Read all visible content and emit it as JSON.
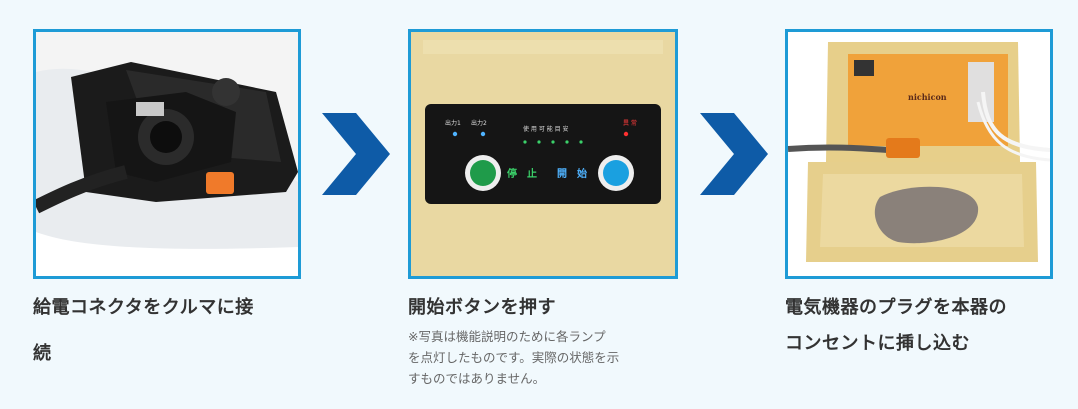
{
  "steps": [
    {
      "caption": "給電コネクタをクルマに接続",
      "caption_lines": [
        "給電コネクタをクルマに接",
        "続"
      ],
      "image": "ev-charging-port-photo"
    },
    {
      "caption": "開始ボタンを押す",
      "note_lines": [
        "※写真は機能説明のために各ランプ",
        "を点灯したものです。実際の状態を示",
        "すものではありません。"
      ],
      "image": "control-panel-photo",
      "panel": {
        "output1": "出力1",
        "output2": "出力2",
        "usage_label": "使 用 可 能 目 安",
        "error_label": "異 常",
        "stop_label": "停　止",
        "start_label": "開　始"
      }
    },
    {
      "caption_lines": [
        "電気機器のプラグを本器の",
        "コンセントに挿し込む"
      ],
      "image": "power-unit-open-case-photo",
      "brand": "nichicon"
    }
  ],
  "colors": {
    "background": "#f1f9fd",
    "frame": "#1e9bd6",
    "arrow": "#0e5ba7",
    "stop_button": "#1f9b4a",
    "start_button": "#1aa0e0",
    "case_orange": "#f0a23a"
  },
  "icons": [
    "chevron-right-arrow-icon",
    "chevron-right-arrow-icon"
  ]
}
